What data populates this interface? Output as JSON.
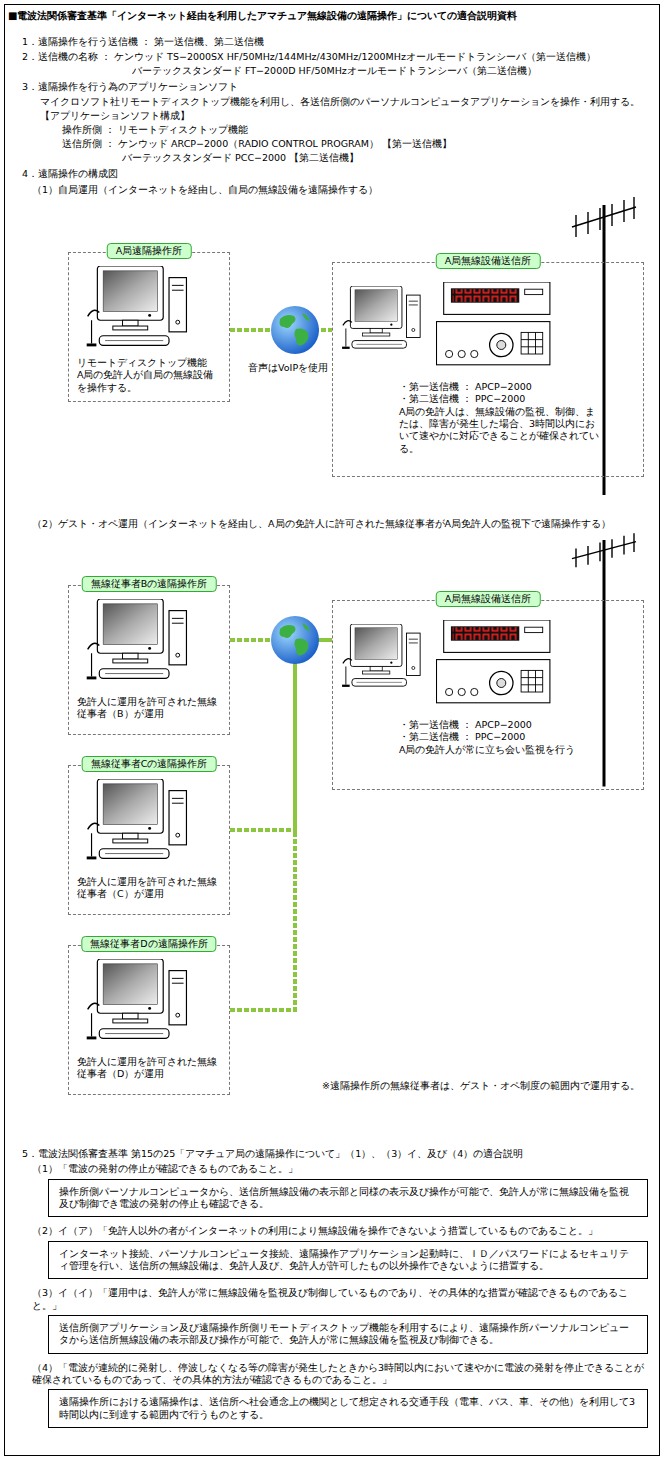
{
  "diagram": {
    "title": "■電波法関係審査基準「インターネット経由を利用したアマチュア無線設備の遠隔操作」についての適合説明資料",
    "nodes": [
      {
        "text": [
          "リモートディスクトップ機能",
          "A局の免許人が自局の無線設備を操作する。"
        ]
      },
      {
        "text": [
          "A局遠隔操作所"
        ],
        "in": 0
      },
      {
        "text": [
          "・第一送信機 ： APCP−2000",
          "・第二送信機 ： PPC−2000",
          "A局の免許人は、無線設備の監視、制御、または、障害が発生した場合、3時間以内において速やかに対応できることが確保されている。"
        ]
      },
      {
        "text": [
          "A局無線設備送信所"
        ],
        "in": 2
      },
      {
        "text": [
          "免許人に運用を許可された無線従事者（B）が運用"
        ]
      },
      {
        "text": [
          "無線従事者Bの遠隔操作所"
        ],
        "in": 4
      },
      {
        "text": [
          "免許人に運用を許可された無線従事者（C）が運用"
        ]
      },
      {
        "text": [
          "無線従事者Cの遠隔操作所"
        ],
        "in": 6
      },
      {
        "text": [
          "免許人に運用を許可された無線従事者（D）が運用"
        ]
      },
      {
        "text": [
          "無線従事者Dの遠隔操作所"
        ],
        "in": 8
      },
      {
        "text": [
          "・第一送信機 ： APCP−2000",
          "・第二送信機 ： PPC−2000",
          "A局の免許人が常に立ち会い監視を行う"
        ]
      },
      {
        "text": [
          "A局無線設備送信所"
        ],
        "in": 10
      },
      {
        "text": [
          "操作所側パーソナルコンピュータから、送信所無線設備の表示部と同様の表示及び操作が可能で、免許人が常に無線設備を監視及び制御でき電波の発射の停止も確認できる。"
        ]
      },
      {
        "text": [
          "インターネット接続、パーソナルコンピュータ接続、遠隔操作アプリケーション起動時に、ＩＤ／パスワードによるセキュリティ管理を行い、送信所の無線設備は、免許人及び、免許人が許可したもの以外操作できないように措置する。"
        ]
      },
      {
        "text": [
          "送信所側アプリケーション及び遠隔操作所側リモートディスクトップ機能を利用するにより、遠隔操作所パーソナルコンピュータから送信所無線設備の表示部及び操作が可能で、免許人が常に無線設備を監視及び制御できる。"
        ]
      },
      {
        "text": [
          "遠隔操作所における遠隔操作は、送信所へ社会通念上の機関として想定される交通手段（電車、バス、車、その他）を利用して3時間以内に到達する範囲内で行うものとする。"
        ]
      }
    ],
    "edges": [
      {
        "from": 0,
        "to": 2,
        "arrow": "none"
      },
      {
        "from": 4,
        "to": 10,
        "arrow": "none"
      },
      {
        "from": 6,
        "to": 10,
        "arrow": "none"
      },
      {
        "from": 8,
        "to": 10,
        "arrow": "none"
      }
    ],
    "labels": [
      "1．遠隔操作を行う送信機 ： 第一送信機、第二送信機",
      "2．送信機の名称 ： ケンウッド TS−2000SX HF/50MHz/144MHz/430MHz/1200MHzオールモードトランシーバ（第一送信機）",
      "バーテックスタンダード FT−2000D HF/50MHzオールモードトランシーバ（第二送信機）",
      "3．遠隔操作を行う為のアプリケーションソフト",
      "マイクロソフト社リモートディスクトップ機能を利用し、各送信所側のパーソナルコンピュータアプリケーションを操作・利用する。",
      "【アプリケーションソフト構成】",
      "操作所側 ： リモートディスクトップ機能",
      "送信所側 ： ケンウッド ARCP−2000（RADIO CONTROL PROGRAM） 【第一送信機】",
      "バーテックスタンダード PCC−2000 【第二送信機】",
      "4．遠隔操作の構成図",
      "（1）自局運用（インターネットを経由し、自局の無線設備を遠隔操作する）",
      "音声はVoIPを使用",
      "（2）ゲスト・オペ運用（インターネットを経由し、A局の免許人に許可された無線従事者がA局免許人の監視下で遠隔操作する）",
      "※遠隔操作所の無線従事者は、ゲスト・オペ制度の範囲内で運用する。",
      "5．電波法関係審査基準 第15の25「アマチュア局の遠隔操作について」（1）、（3）イ、及び（4）の適合説明",
      "（1）「電波の発射の停止が確認できるものであること。」",
      "（2）イ（ア）「免許人以外の者がインターネットの利用により無線設備を操作できないよう措置しているものであること。」",
      "（3）イ（イ）「運用中は、免許人が常に無線設備を監視及び制御しているものであり、その具体的な措置が確認できるものであること。」",
      "（4）「電波が連続的に発射し、停波しなくなる等の障害が発生したときから3時間以内において速やかに電波の発射を停止できることが確保されているものであって、その具体的方法が確認できるものであること。」"
    ]
  }
}
